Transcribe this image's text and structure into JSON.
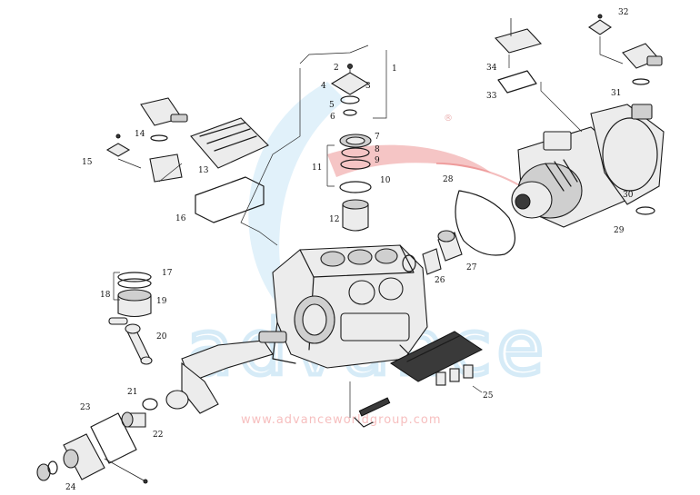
{
  "watermark": {
    "brand_text": "advance",
    "url_text": "www.advanceworldgroup.com",
    "registered_mark": "®",
    "colors": {
      "swoosh_blue": "#5bb3e6",
      "swoosh_red": "#e35a5a"
    }
  },
  "part_numbers": [
    "1",
    "2",
    "3",
    "4",
    "5",
    "6",
    "7",
    "8",
    "9",
    "10",
    "11",
    "12",
    "13",
    "14",
    "15",
    "16",
    "17",
    "18",
    "19",
    "20",
    "21",
    "22",
    "23",
    "24",
    "25",
    "26",
    "27",
    "28",
    "29",
    "30",
    "31",
    "32",
    "33",
    "34"
  ]
}
